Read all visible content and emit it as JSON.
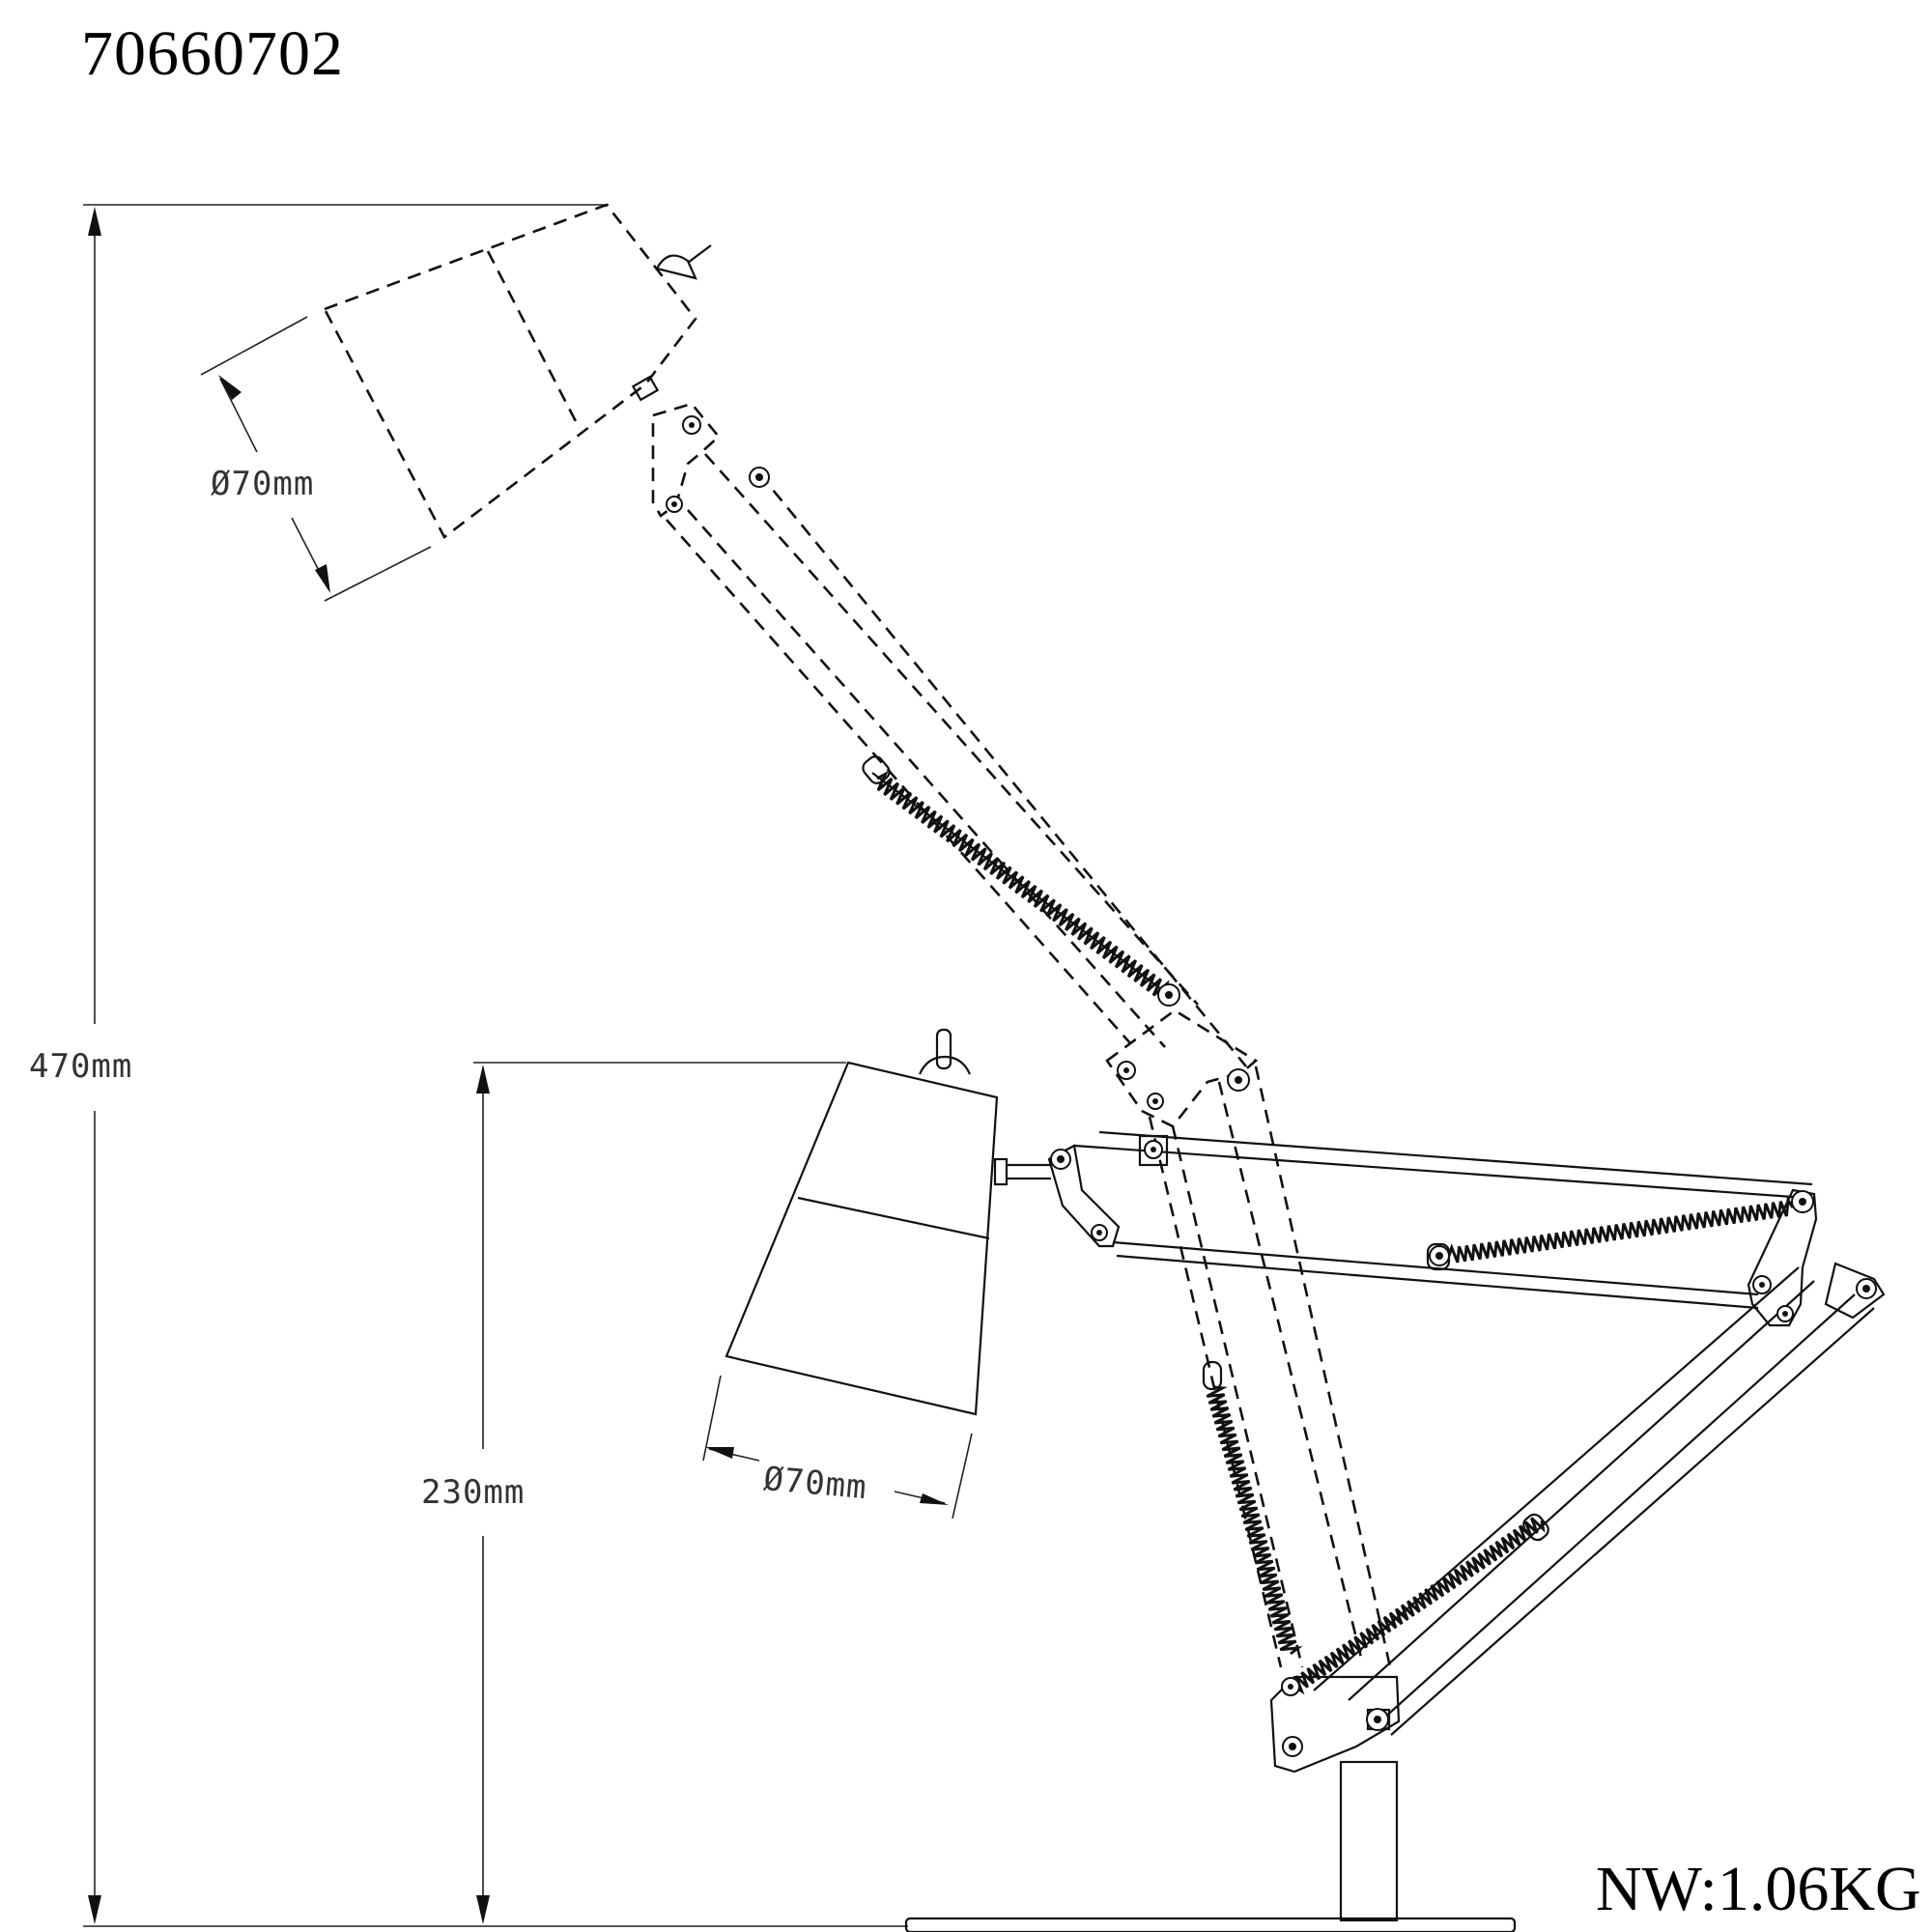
{
  "header": {
    "model_number": "70660702"
  },
  "footer": {
    "net_weight": "NW:1.06KG"
  },
  "dimensions": {
    "total_height": "470mm",
    "lamp_height": "230mm",
    "shade_diameter_raised": "Ø70mm",
    "shade_diameter_lowered": "Ø70mm"
  }
}
